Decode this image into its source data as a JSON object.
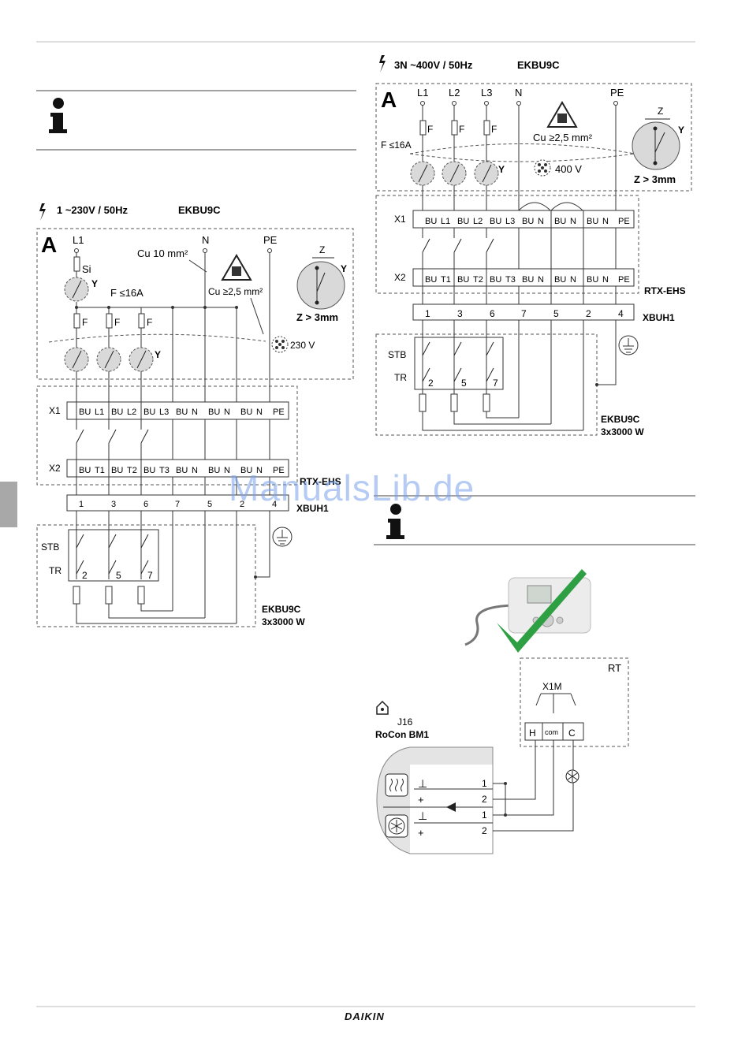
{
  "left_diagram": {
    "supply": "1 ~230V / 50Hz",
    "model": "EKBU9C",
    "box_letter": "A",
    "phase_l1": "L1",
    "neutral": "N",
    "earth": "PE",
    "fuse_si": "Si",
    "fuse_f": "F",
    "rating": "F ≤16A",
    "cable_main": "Cu 10 mm²",
    "cable_min": "Cu ≥2,5 mm²",
    "voltage": "230 V",
    "y_label": "Y",
    "z_label": "Z",
    "z_gap": "Z > 3mm",
    "x1_label": "X1",
    "x2_label": "X2",
    "x1_terminals": [
      "BU",
      "L1",
      "BU",
      "L2",
      "BU",
      "L3",
      "BU",
      "N",
      "BU",
      "N",
      "BU",
      "N",
      "PE"
    ],
    "x2_terminals": [
      "BU",
      "T1",
      "BU",
      "T2",
      "BU",
      "T3",
      "BU",
      "N",
      "BU",
      "N",
      "BU",
      "N",
      "PE"
    ],
    "rtx": "RTX-EHS",
    "xbuh_label": "XBUH1",
    "xbuh_pins": [
      "1",
      "3",
      "6",
      "7",
      "5",
      "2",
      "4"
    ],
    "stb": "STB",
    "tr": "TR",
    "tr_pins": [
      "2",
      "5",
      "7"
    ],
    "heater_model": "EKBU9C",
    "heater_power": "3x3000 W"
  },
  "right_diagram": {
    "supply": "3N ~400V / 50Hz",
    "model": "EKBU9C",
    "box_letter": "A",
    "phases": [
      "L1",
      "L2",
      "L3"
    ],
    "neutral": "N",
    "earth": "PE",
    "fuse_f": "F",
    "rating": "F ≤16A",
    "cable_min": "Cu ≥2,5 mm²",
    "voltage": "400 V",
    "y_label": "Y",
    "z_label": "Z",
    "z_gap": "Z > 3mm",
    "x1_label": "X1",
    "x2_label": "X2",
    "x1_terminals": [
      "BU",
      "L1",
      "BU",
      "L2",
      "BU",
      "L3",
      "BU",
      "N",
      "BU",
      "N",
      "BU",
      "N",
      "PE"
    ],
    "x2_terminals": [
      "BU",
      "T1",
      "BU",
      "T2",
      "BU",
      "T3",
      "BU",
      "N",
      "BU",
      "N",
      "BU",
      "N",
      "PE"
    ],
    "rtx": "RTX-EHS",
    "xbuh_label": "XBUH1",
    "xbuh_pins": [
      "1",
      "3",
      "6",
      "7",
      "5",
      "2",
      "4"
    ],
    "stb": "STB",
    "tr": "TR",
    "tr_pins": [
      "2",
      "5",
      "7"
    ],
    "heater_model": "EKBU9C",
    "heater_power": "3x3000 W"
  },
  "thermostat": {
    "rt": "RT",
    "x1m": "X1M",
    "terms": [
      "H",
      "com",
      "C"
    ],
    "j16": "J16",
    "board": "RoCon BM1",
    "pins": [
      "1",
      "2",
      "1",
      "2"
    ]
  },
  "watermark": "ManualsLib.de",
  "footer_brand": "DAIKIN",
  "colors": {
    "check": "#2ea043",
    "watermark": "#78a0eb",
    "line": "#333333"
  }
}
